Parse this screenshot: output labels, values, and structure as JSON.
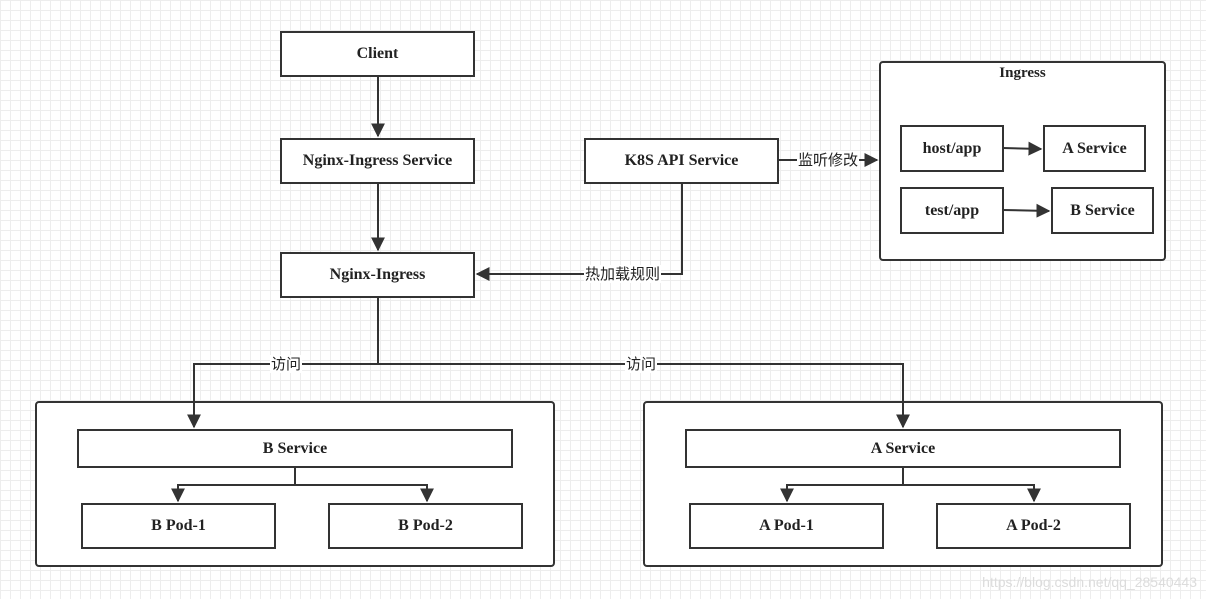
{
  "nodes": {
    "client": "Client",
    "nginx_ingress_service": "Nginx-Ingress Service",
    "k8s_api_service": "K8S API Service",
    "nginx_ingress": "Nginx-Ingress"
  },
  "ingress_group": {
    "title": "Ingress",
    "rules": [
      {
        "host": "host/app",
        "target": "A Service"
      },
      {
        "host": "test/app",
        "target": "B Service"
      }
    ]
  },
  "b_group": {
    "service": "B Service",
    "pods": [
      "B Pod-1",
      "B Pod-2"
    ]
  },
  "a_group": {
    "service": "A Service",
    "pods": [
      "A Pod-1",
      "A Pod-2"
    ]
  },
  "edge_labels": {
    "watch_changes": "监听修改",
    "hot_reload": "热加载规则",
    "access_b": "访问",
    "access_a": "访问"
  },
  "colors": {
    "line": "#333333",
    "grid": "#ededed",
    "background": "#ffffff"
  },
  "watermark": "https://blog.csdn.net/qq_28540443"
}
